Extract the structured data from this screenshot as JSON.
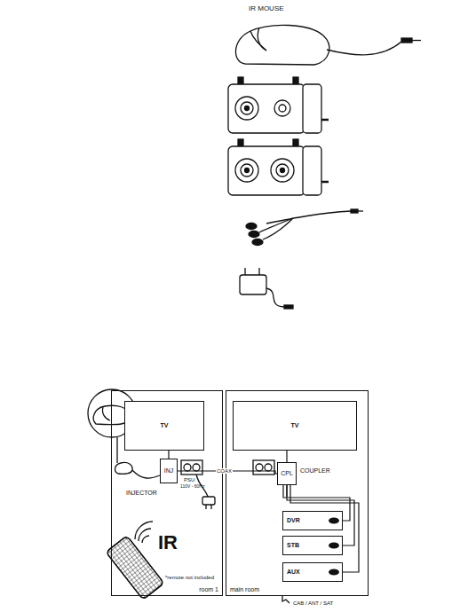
{
  "diagram": {
    "nodes": [
      {
        "text": [
          "room 1"
        ]
      },
      {
        "text": [
          "TV"
        ],
        "in": 0
      },
      {
        "text": [
          "INJ"
        ],
        "in": 0
      },
      {
        "text": [
          "main room"
        ]
      },
      {
        "text": [
          "TV"
        ],
        "in": 3
      },
      {
        "text": [
          "CPL"
        ],
        "in": 3
      },
      {
        "text": [
          "DVR"
        ],
        "in": 3
      },
      {
        "text": [
          "STB"
        ],
        "in": 3
      },
      {
        "text": [
          "AUX"
        ],
        "in": 3
      }
    ],
    "edges": [
      {
        "from": 1,
        "to": 2,
        "arrow": "none"
      },
      {
        "from": 2,
        "to": 5,
        "label": "COAX",
        "arrow": "none"
      },
      {
        "from": 4,
        "to": 5,
        "arrow": "none"
      },
      {
        "from": 5,
        "to": 6,
        "arrow": "none"
      },
      {
        "from": 5,
        "to": 7,
        "arrow": "none"
      },
      {
        "from": 5,
        "to": 8,
        "arrow": "none"
      }
    ],
    "labels": [
      "IR MOUSE",
      "INJECTOR",
      "PSU",
      "110V - 60Hz",
      "COUPLER",
      "IR",
      "*remote not included",
      "CAB / ANT / SAT"
    ]
  }
}
